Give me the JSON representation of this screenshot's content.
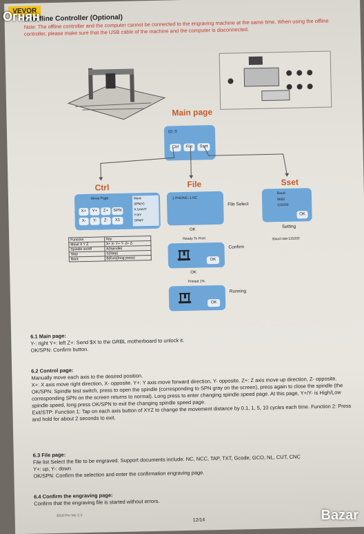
{
  "header": {
    "brand": "VEVOR",
    "section_title": "6.   Offline Controller (Optional)"
  },
  "watermark": "Огнян",
  "note": "Note: The offline controller and the computer cannot be connected to the engraving machine at the same time. When using the offline controller, please make sure that the USB cable of the machine and the computer is disconnected.",
  "diagram": {
    "main_page_label": "Main page",
    "main_screen_text": "ID: 0",
    "main_buttons": [
      "Ctrl",
      "File",
      "Sset"
    ],
    "ctrl_label": "Ctrl",
    "file_label": "File",
    "sset_label": "Sset",
    "move_page": "Move Page",
    "ctrl_buttons": [
      "X+",
      "Y+",
      "Z+",
      "SPN",
      "X-",
      "Y-",
      "Z-",
      "X1"
    ],
    "ctrl_side": [
      "Move",
      "SPN(Y)",
      "X:1mm/Y",
      "Y:0/Y",
      "SPN/Y"
    ],
    "file_screen_text": "1 PHONE~1.NC",
    "file_select": "File Select",
    "ok1": "OK",
    "ready_to_print": "Ready To Print",
    "confirm": "Confirm",
    "ok_btn": "OK",
    "ok2": "OK",
    "printed": "Printed 1%",
    "running": "Running",
    "sset_lines": [
      "Baud",
      "9600",
      "115200"
    ],
    "setting": "Setting",
    "baud_rate": "Baud rate:115200",
    "table": [
      [
        "Function",
        "Key"
      ],
      [
        "Move X Y Z",
        "X+ X- Y+ Y- Z+ Z-"
      ],
      [
        "Spindle on/off",
        "A(Spindle)"
      ],
      [
        "Step",
        "S(Step)"
      ],
      [
        "Back",
        "B(Exit)(long press)"
      ]
    ]
  },
  "sections": {
    "s61_title": "6.1 Main page:",
    "s61_l1": "Y-: right Y+: left Z+: Send $X to the GRBL motherboard to unlock it.",
    "s61_l2": "OK/SPN: Confirm button.",
    "s62_title": "6.2 Control page:",
    "s62_l1": "Manually move each axis to the desired position.",
    "s62_l2": "X+: X axis move right direction, X- opposite. Y+: Y axis move forward direction, Y- opposite. Z+: Z axis move up direction, Z- opposite.",
    "s62_l3": "OK/SPN: Spindle test switch, press to open the spindle (corresponding to SPN gray on the screen), press again to close the spindle (the corresponding SPN on the screen returns to normal). Long press to enter changing spindle speed page. At this page, Y+/Y- is High/Low spindle speed, long press OK/SPN to exit the changing spindle speed page.",
    "s62_l4": "Exit/STP: Function 1: Tap on each axis button of XYZ to change the movement distance by 0.1, 1, 5, 10 cycles each time. Function 2: Press and hold for about 2 seconds to exit.",
    "s63_title": "6.3 File page:",
    "s63_l1": "File list Select the file to be engraved. Support documents include: NC, NCC, TAP, TXT, Gcode, GCO, NL, CUT, CNC",
    "s63_l2": "Y+: up, Y-: down",
    "s63_l3": "OK/SPN: Confirm the selection and enter the confirmation engraving page.",
    "s64_title": "6.4 Confirm the engraving page:",
    "s64_l1": "Confirm that the engraving file is started without errors."
  },
  "footer": {
    "left": "3018 Pro Ver 2.3",
    "page": "12/14"
  },
  "logo": "Bazar"
}
